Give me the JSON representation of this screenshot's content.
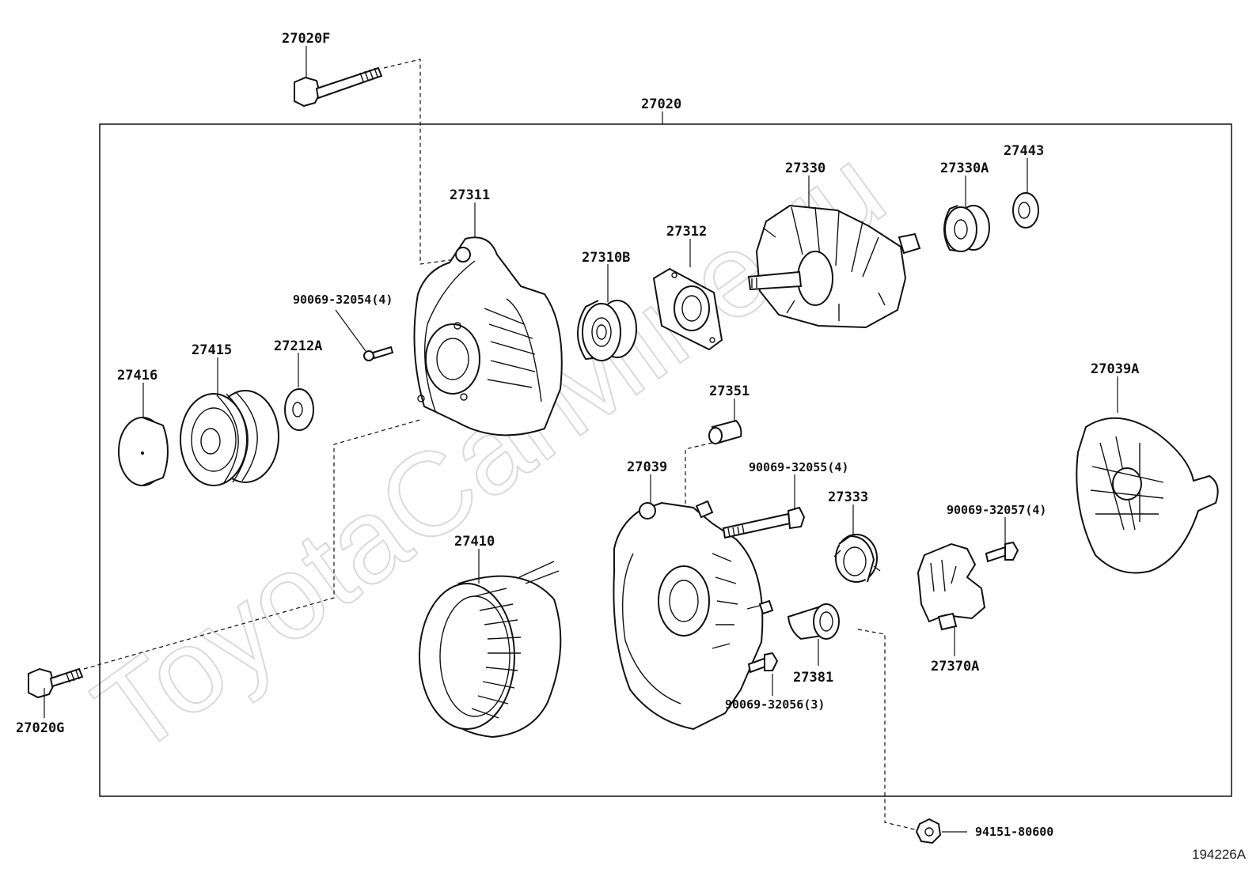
{
  "watermark": "ToyotaCarMine.ru",
  "reference_code": "194226A",
  "assembly_label": "27020",
  "parts": {
    "p27020F": "27020F",
    "p27020G": "27020G",
    "p27311": "27311",
    "p27310B": "27310B",
    "p27312": "27312",
    "p27330": "27330",
    "p27330A": "27330A",
    "p27443": "27443",
    "p90069_32054": "90069-32054(4)",
    "p27212A": "27212A",
    "p27415": "27415",
    "p27416": "27416",
    "p27351": "27351",
    "p27039A": "27039A",
    "p27039": "27039",
    "p90069_32055": "90069-32055(4)",
    "p27333": "27333",
    "p90069_32057": "90069-32057(4)",
    "p27410": "27410",
    "p27381": "27381",
    "p27370A": "27370A",
    "p90069_32056": "90069-32056(3)",
    "p94151_80600": "94151-80600"
  }
}
